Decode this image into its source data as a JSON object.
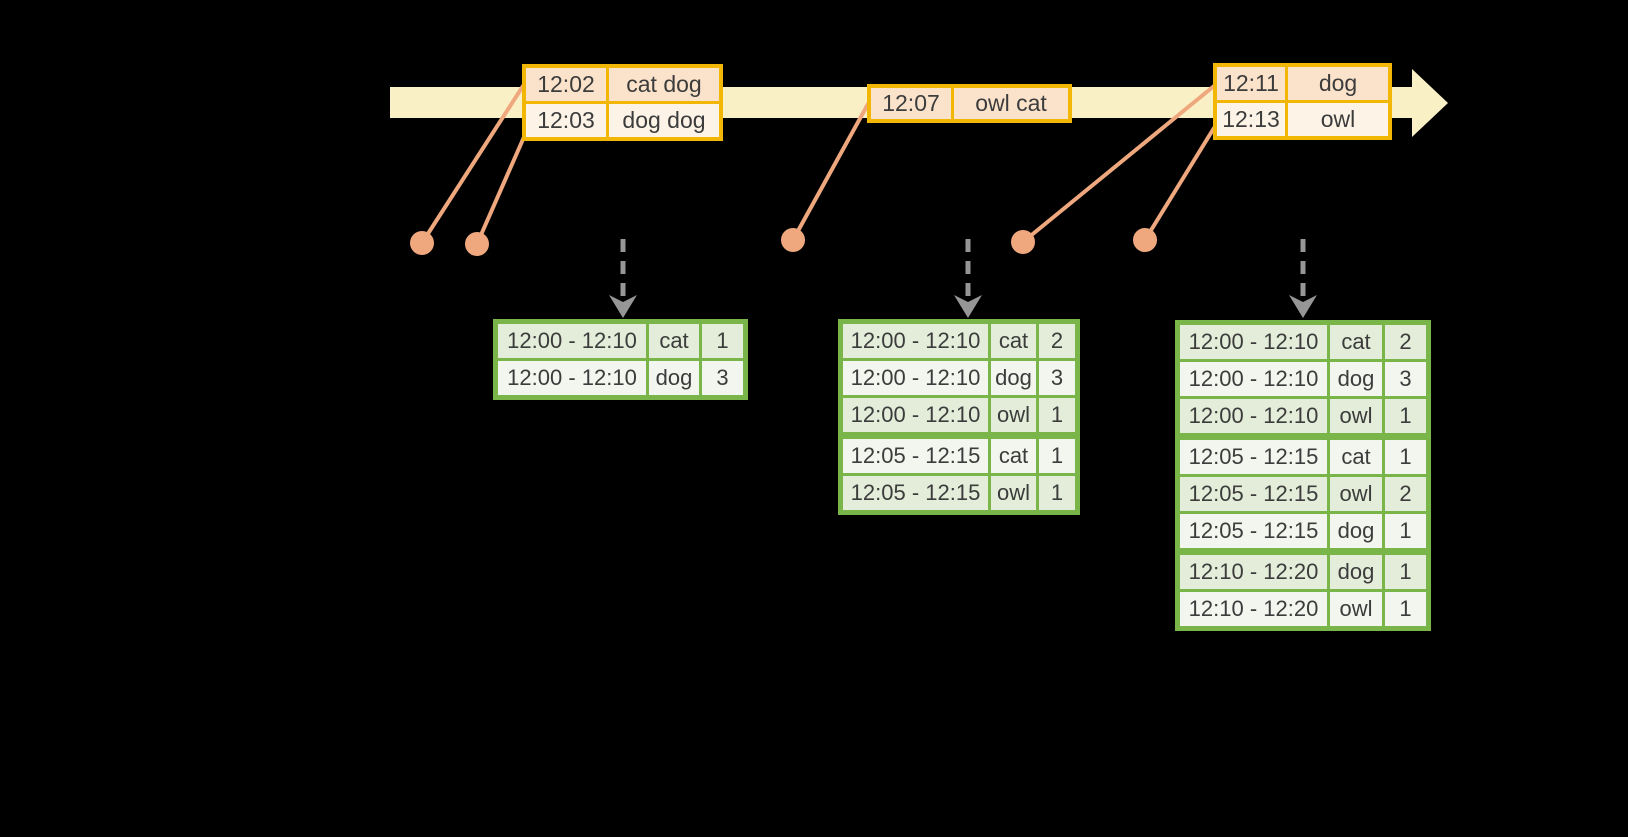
{
  "colors": {
    "background": "#000000",
    "timeline_fill": "#faf0c6",
    "event_table_border": "#f2b705",
    "event_row_fill_dark": "#fbe3cb",
    "event_row_fill_light": "#fdf3e7",
    "marker_orange": "#efa87e",
    "result_table_border": "#79b548",
    "result_row_fill_dark": "#e3edd9",
    "result_row_fill_light": "#f2f6ee",
    "mapping_arrow_gray": "#969696",
    "text": "#3c3c3c"
  },
  "timeline": {
    "event_tables": [
      {
        "rows": [
          {
            "time": "12:02",
            "words": "cat dog"
          },
          {
            "time": "12:03",
            "words": "dog dog"
          }
        ]
      },
      {
        "rows": [
          {
            "time": "12:07",
            "words": "owl cat"
          }
        ]
      },
      {
        "rows": [
          {
            "time": "12:11",
            "words": "dog"
          },
          {
            "time": "12:13",
            "words": "owl"
          }
        ]
      }
    ]
  },
  "result_tables": [
    {
      "rows": [
        {
          "window": "12:00 - 12:10",
          "word": "cat",
          "count": "1"
        },
        {
          "window": "12:00 - 12:10",
          "word": "dog",
          "count": "3"
        }
      ]
    },
    {
      "rows": [
        {
          "window": "12:00 - 12:10",
          "word": "cat",
          "count": "2"
        },
        {
          "window": "12:00 - 12:10",
          "word": "dog",
          "count": "3"
        },
        {
          "window": "12:00 - 12:10",
          "word": "owl",
          "count": "1"
        },
        {
          "window": "12:05 - 12:15",
          "word": "cat",
          "count": "1",
          "group_start": true
        },
        {
          "window": "12:05 - 12:15",
          "word": "owl",
          "count": "1"
        }
      ]
    },
    {
      "rows": [
        {
          "window": "12:00 - 12:10",
          "word": "cat",
          "count": "2"
        },
        {
          "window": "12:00 - 12:10",
          "word": "dog",
          "count": "3"
        },
        {
          "window": "12:00 - 12:10",
          "word": "owl",
          "count": "1"
        },
        {
          "window": "12:05 - 12:15",
          "word": "cat",
          "count": "1",
          "group_start": true
        },
        {
          "window": "12:05 - 12:15",
          "word": "owl",
          "count": "2"
        },
        {
          "window": "12:05 - 12:15",
          "word": "dog",
          "count": "1"
        },
        {
          "window": "12:10 - 12:20",
          "word": "dog",
          "count": "1",
          "group_start": true
        },
        {
          "window": "12:10 - 12:20",
          "word": "owl",
          "count": "1"
        }
      ]
    }
  ]
}
